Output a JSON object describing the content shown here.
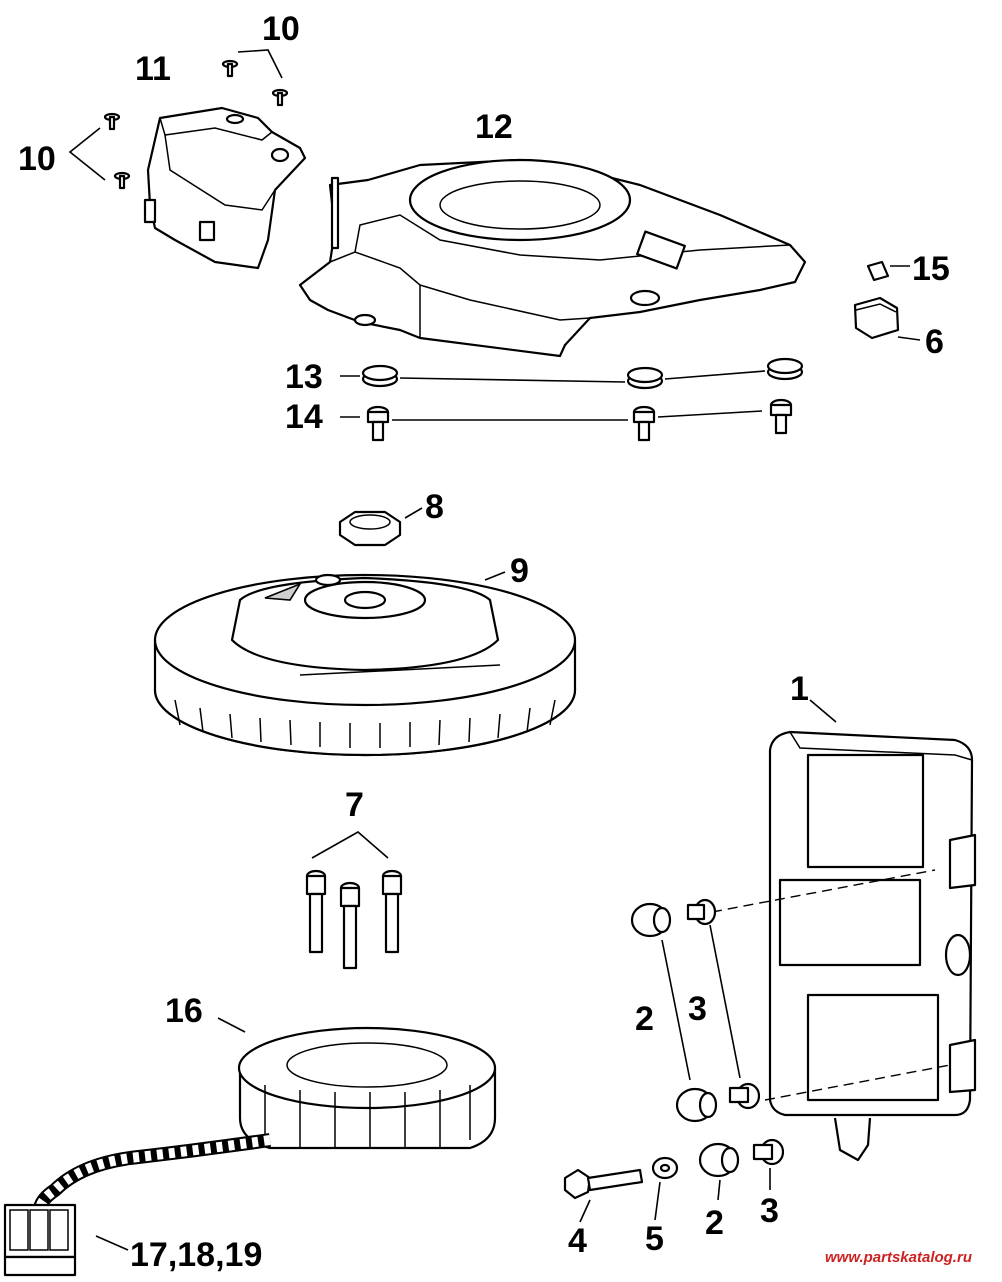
{
  "callouts": {
    "c1": "1",
    "c2a": "2",
    "c2b": "2",
    "c3a": "3",
    "c3b": "3",
    "c4": "4",
    "c5": "5",
    "c6": "6",
    "c7": "7",
    "c8": "8",
    "c9": "9",
    "c10a": "10",
    "c10b": "10",
    "c11": "11",
    "c12": "12",
    "c13": "13",
    "c14": "14",
    "c15": "15",
    "c16": "16",
    "c17": "17,18,19"
  },
  "watermark": "www.partskatalog.ru"
}
